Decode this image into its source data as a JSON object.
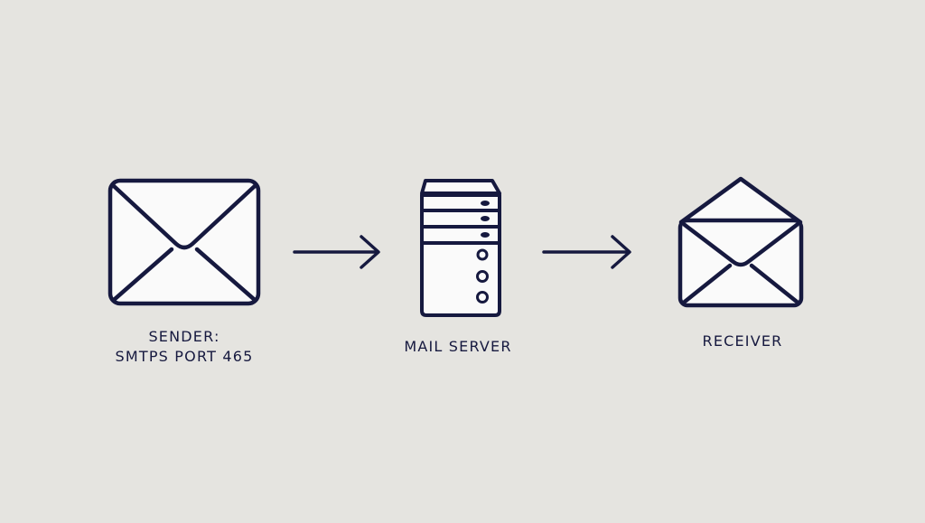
{
  "colors": {
    "background": "#e5e4e0",
    "stroke": "#16193f",
    "icon_fill": "#fafafa"
  },
  "nodes": [
    {
      "id": "sender",
      "icon": "envelope-icon",
      "label_lines": [
        "SENDER:",
        "SMTPS PORT 465"
      ]
    },
    {
      "id": "mail-server",
      "icon": "server-icon",
      "label_lines": [
        "MAIL SERVER"
      ]
    },
    {
      "id": "receiver",
      "icon": "open-envelope-icon",
      "label_lines": [
        "RECEIVER"
      ]
    }
  ],
  "connectors": [
    {
      "from": "sender",
      "to": "mail-server",
      "icon": "arrow-right-icon"
    },
    {
      "from": "mail-server",
      "to": "receiver",
      "icon": "arrow-right-icon"
    }
  ]
}
